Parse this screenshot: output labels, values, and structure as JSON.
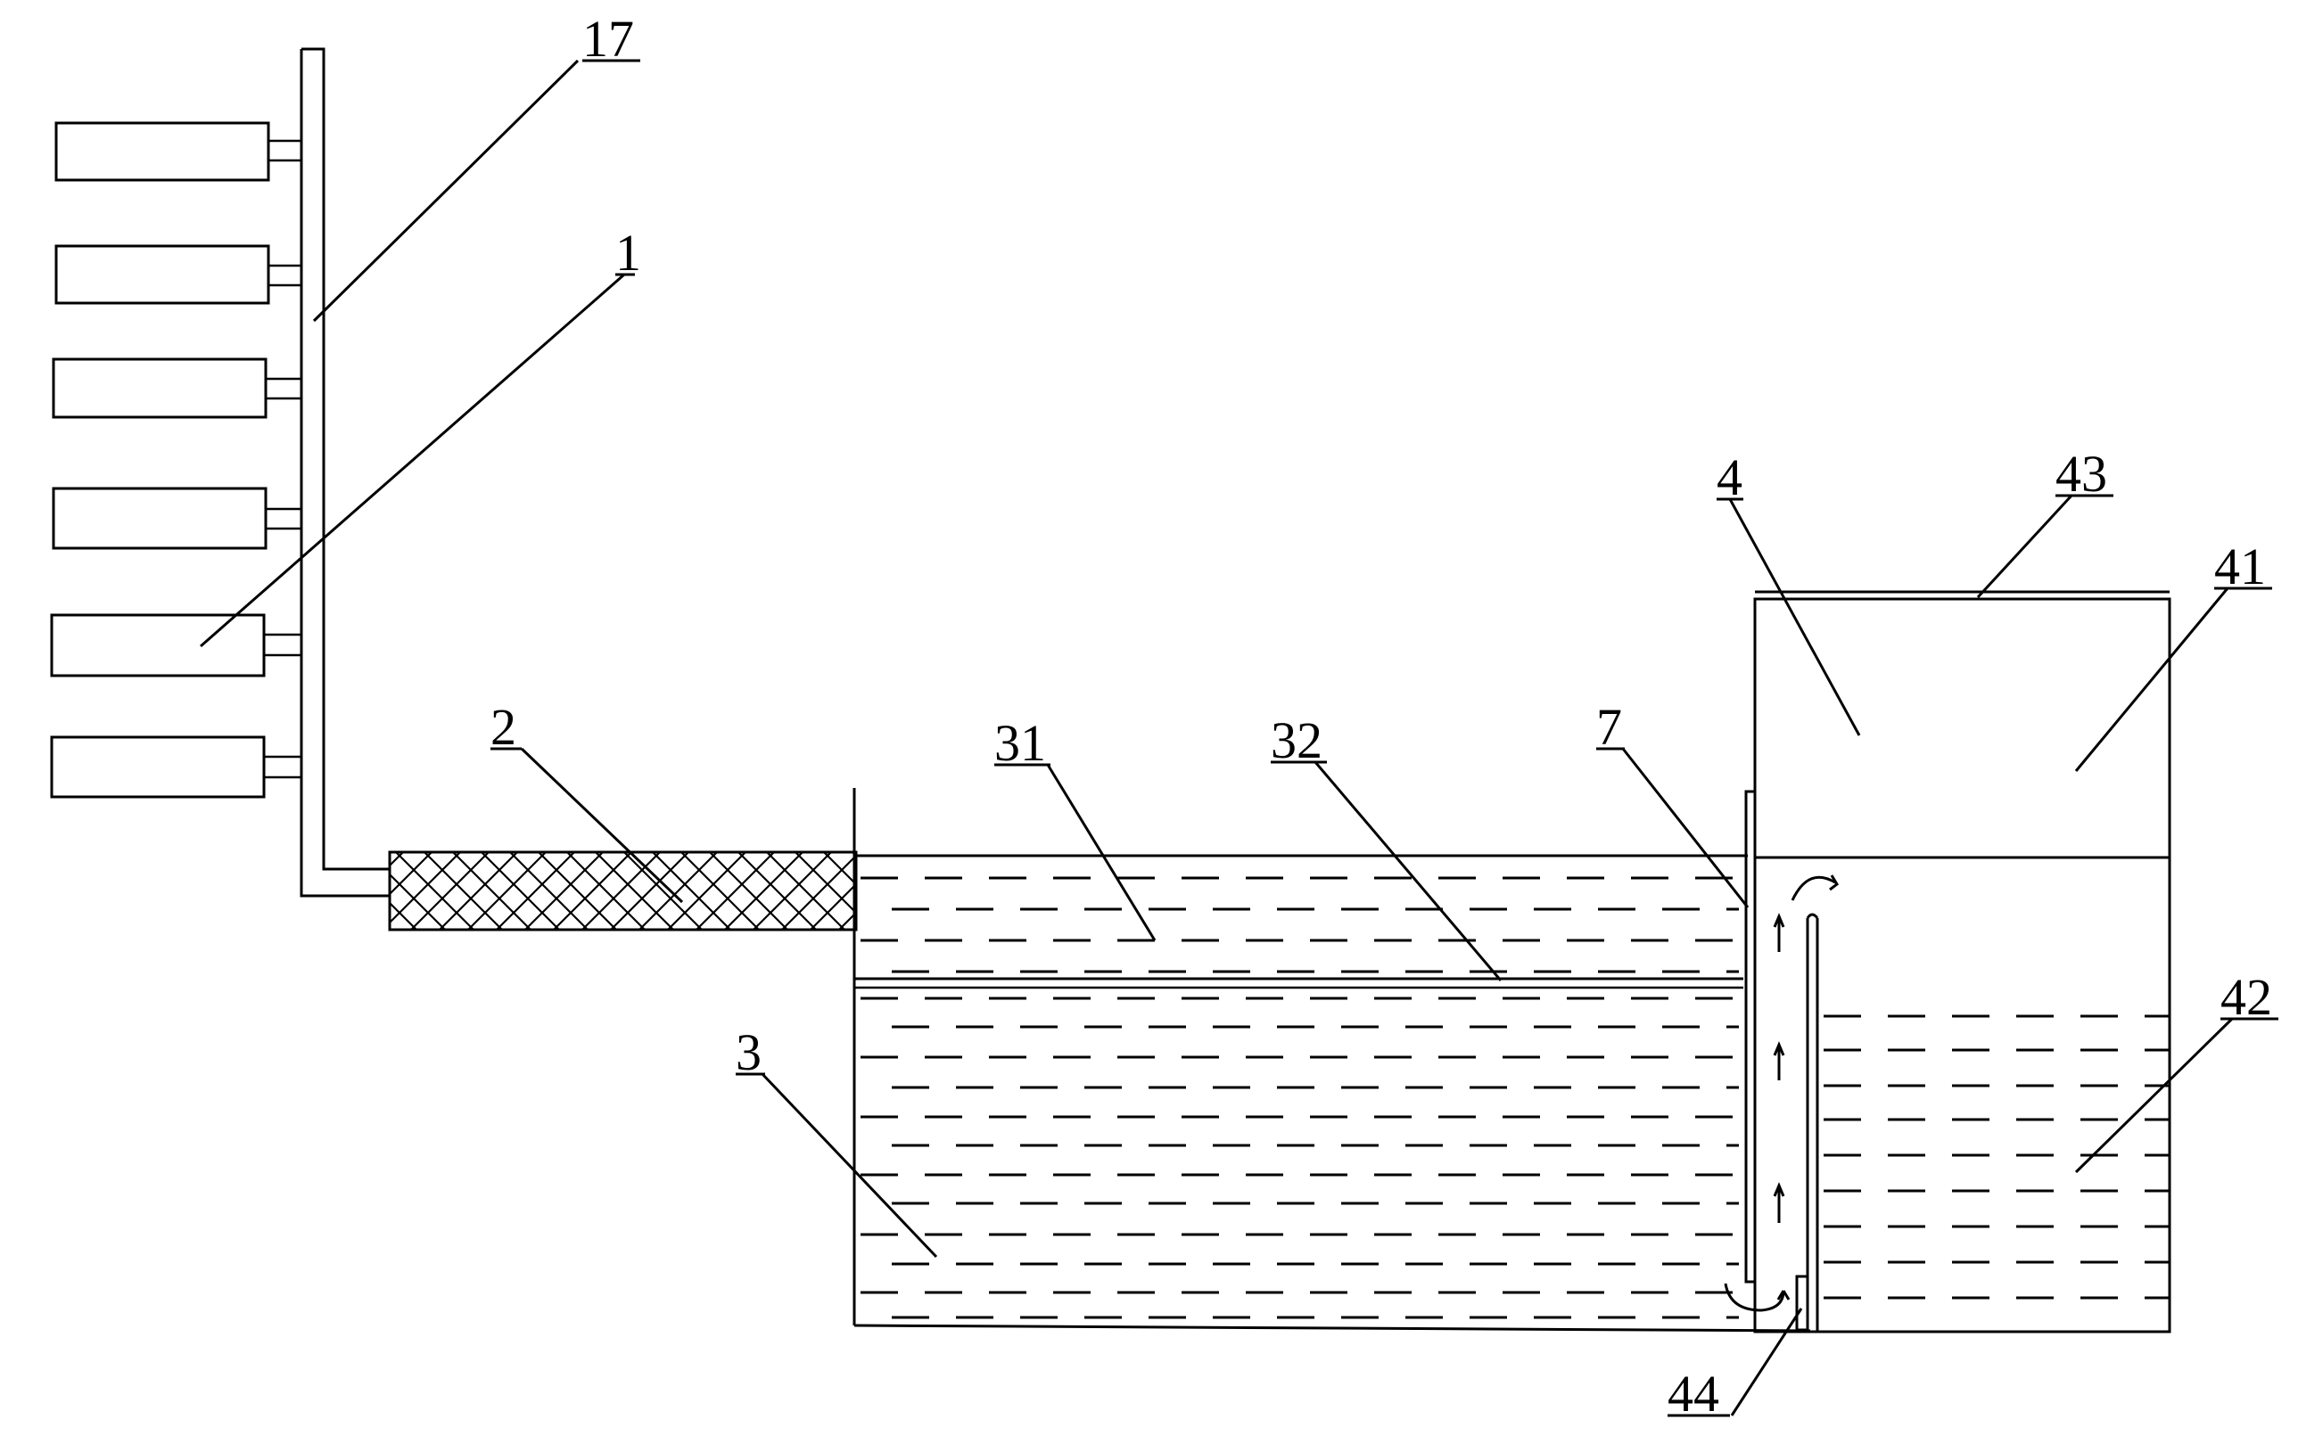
{
  "labels": {
    "n17": "17",
    "n1": "1",
    "n2": "2",
    "n31": "31",
    "n32": "32",
    "n7": "7",
    "n4": "4",
    "n43": "43",
    "n41": "41",
    "n42": "42",
    "n3": "3",
    "n44": "44"
  }
}
